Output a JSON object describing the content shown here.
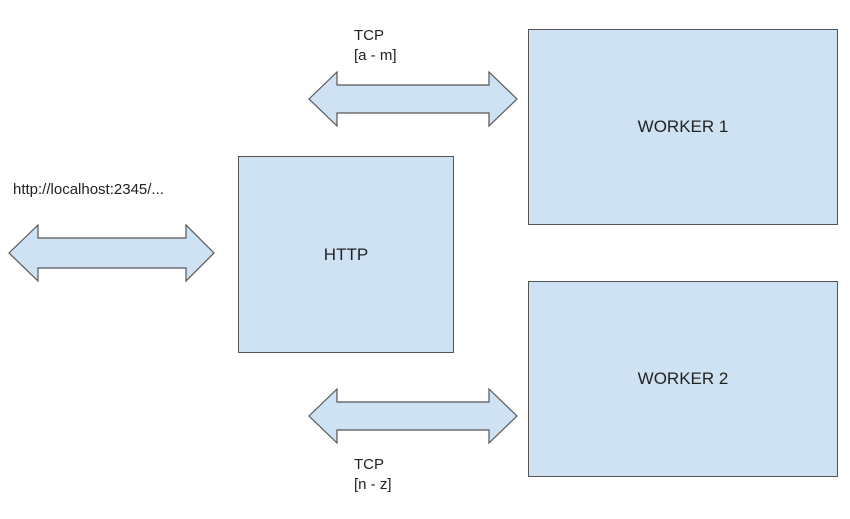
{
  "diagram": {
    "client_url": "http://localhost:2345/...",
    "http_box": "HTTP",
    "workers": [
      {
        "label": "WORKER 1"
      },
      {
        "label": "WORKER 2"
      }
    ],
    "links": [
      {
        "protocol": "TCP",
        "range": "[a - m]"
      },
      {
        "protocol": "TCP",
        "range": "[n - z]"
      }
    ],
    "colors": {
      "box_fill": "#cfe2f3",
      "box_stroke": "#555555"
    }
  }
}
